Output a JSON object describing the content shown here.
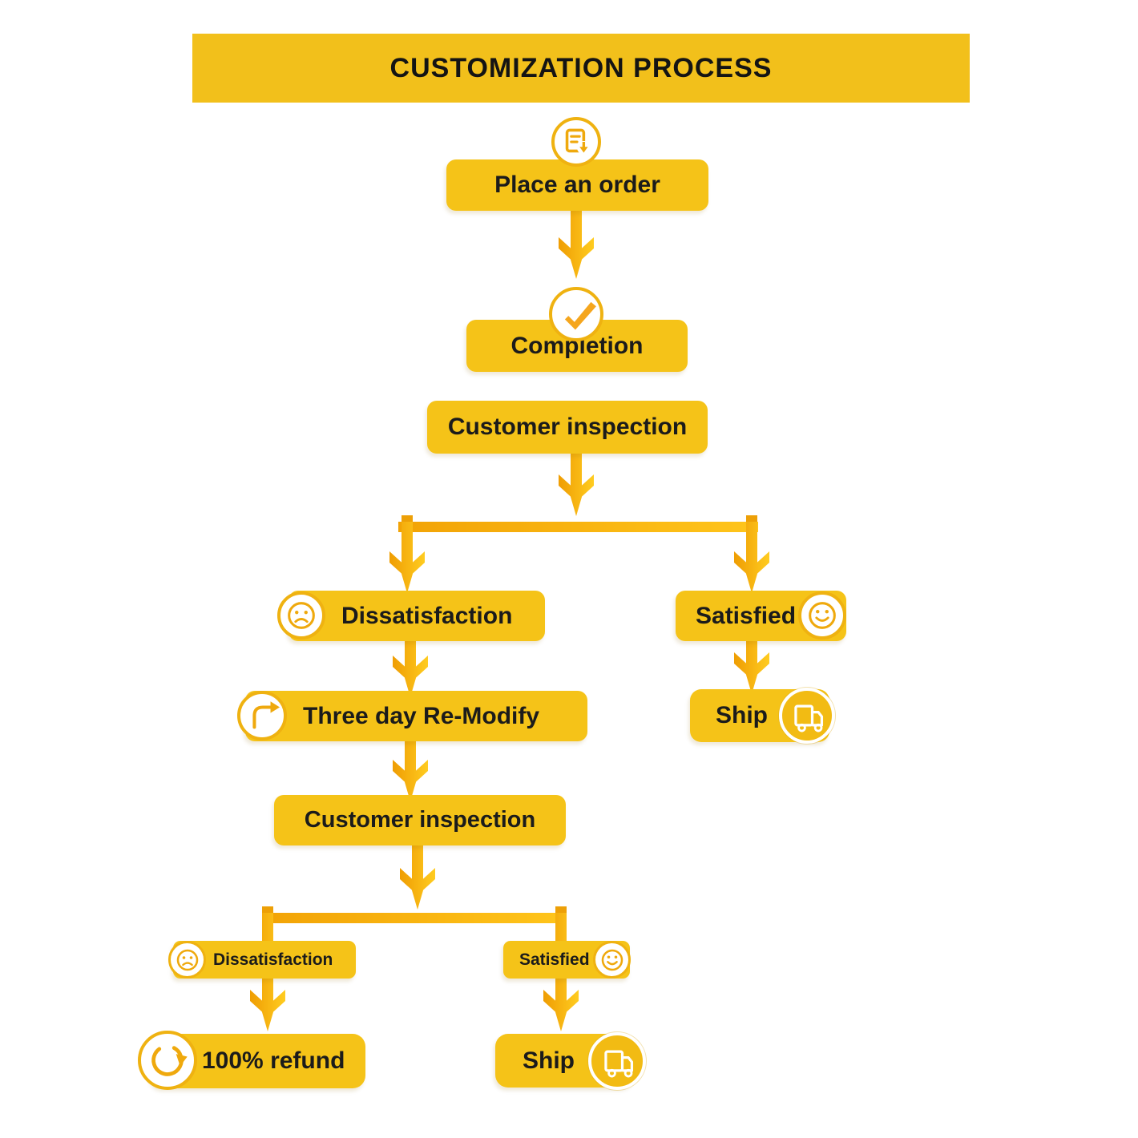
{
  "title": "CUSTOMIZATION PROCESS",
  "colors": {
    "banner_bg": "#F2C01B",
    "box_bg": "#F5C318",
    "text": "#1b1b1b",
    "arrow_dark": "#EF9D03",
    "arrow_light": "#FFCC20",
    "icon_stroke": "#EFA90D",
    "icon_ring": "#EFB211"
  },
  "nodes": {
    "place_order": {
      "label": "Place an order",
      "icon": "order-document-icon"
    },
    "completion": {
      "label": "Completion",
      "icon": "checkmark-icon"
    },
    "inspection1": {
      "label": "Customer inspection",
      "icon": ""
    },
    "dissatisfaction1": {
      "label": "Dissatisfaction",
      "icon": "sad-face-icon"
    },
    "satisfied1": {
      "label": "Satisfied",
      "icon": "smiley-face-icon"
    },
    "remodify": {
      "label": "Three day Re-Modify",
      "icon": "redo-arrow-icon"
    },
    "ship1": {
      "label": "Ship",
      "icon": "truck-icon"
    },
    "inspection2": {
      "label": "Customer inspection",
      "icon": ""
    },
    "dissatisfaction2": {
      "label": "Dissatisfaction",
      "icon": "sad-face-icon"
    },
    "satisfied2": {
      "label": "Satisfied",
      "icon": "smiley-face-icon"
    },
    "refund": {
      "label": "100% refund",
      "icon": "refund-cycle-icon"
    },
    "ship2": {
      "label": "Ship",
      "icon": "truck-icon"
    }
  }
}
